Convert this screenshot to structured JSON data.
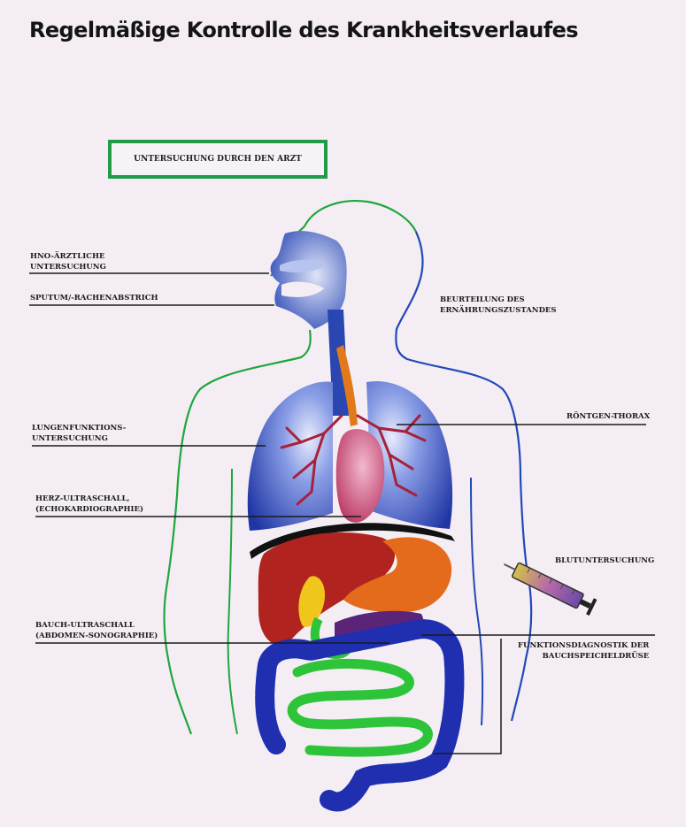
{
  "title": "Regelmäßige Kontrolle des Krankheitsverlaufes",
  "box_label": "UNTERSUCHUNG DURCH DEN ARZT",
  "labels": {
    "hno": [
      "HNO-ÄRZTLICHE",
      "UNTERSUCHUNG"
    ],
    "sputum": [
      "SPUTUM/-RACHENABSTRICH"
    ],
    "lungen": [
      "LUNGENFUNKTIONS-",
      "UNTERSUCHUNG"
    ],
    "herz": [
      "HERZ-ULTRASCHALL,",
      "(ECHOKARDIOGRAPHIE)"
    ],
    "bauch": [
      "BAUCH-ULTRASCHALL",
      "(ABDOMEN-SONOGRAPHIE)"
    ],
    "ernaehrung": [
      "BEURTEILUNG DES",
      "ERNÄHRUNGSZUSTANDES"
    ],
    "roentgen": [
      "RÖNTGEN-THORAX"
    ],
    "blut": [
      "BLUTUNTERSUCHUNG"
    ],
    "pankreas": [
      "FUNKTIONSDIAGNOSTIK DER",
      "BAUCHSPEICHELDRÜSE"
    ]
  },
  "colors": {
    "box_border": "#1f9b4a",
    "body_outline_green": "#1fa63c",
    "body_outline_blue": "#2248b8",
    "lungs": "#2a46b0",
    "heart": "#c8487a",
    "liver": "#b0231f",
    "intestine_blue": "#1f2fb0",
    "intestine_green": "#2ec43a",
    "pancreas": "#5a2478"
  },
  "icons": [
    "syringe-icon"
  ]
}
